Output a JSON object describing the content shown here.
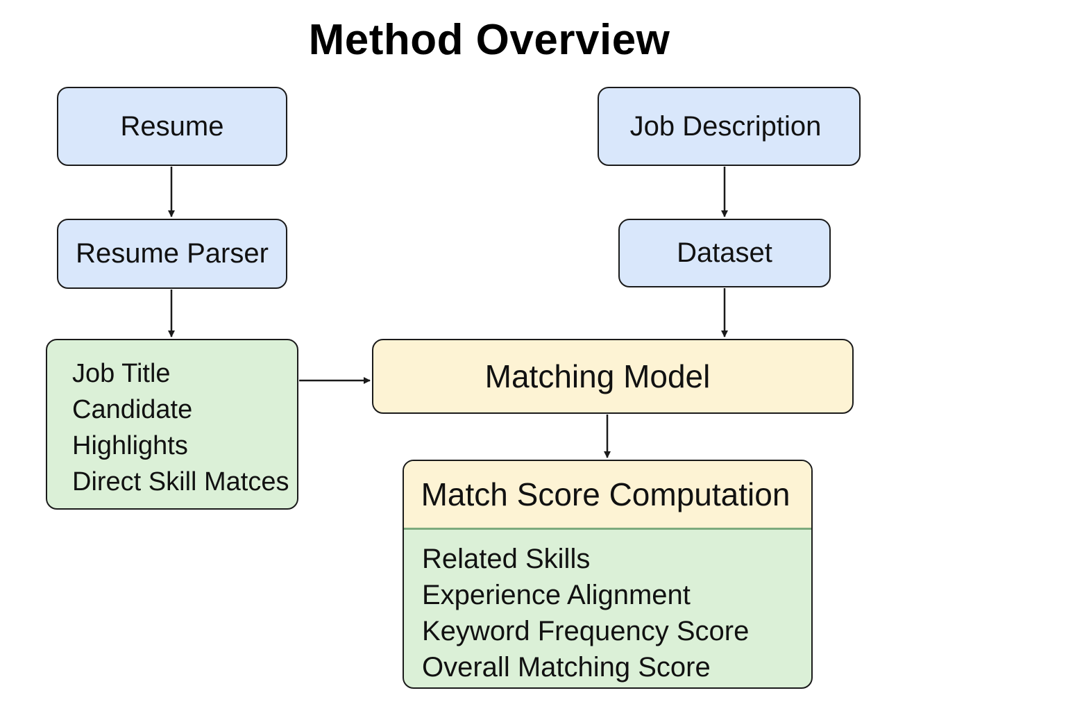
{
  "title": "Method Overview",
  "colors": {
    "blue_fill": "#d9e7fb",
    "green_fill": "#dbf0d7",
    "yellow_fill": "#fdf3d4",
    "stroke": "#1a1a1a",
    "divider": "#7daa7d"
  },
  "nodes": {
    "resume": "Resume",
    "job_description": "Job Description",
    "resume_parser": "Resume Parser",
    "dataset": "Dataset",
    "parsed_fields": [
      "Job Title",
      "Candidate",
      "Highlights",
      "Direct Skill Matces"
    ],
    "matching_model": "Matching Model",
    "match_score": {
      "header": "Match Score Computation",
      "items": [
        "Related Skills",
        "Experience Alignment",
        "Keyword Frequency Score",
        "Overall Matching Score"
      ]
    }
  }
}
